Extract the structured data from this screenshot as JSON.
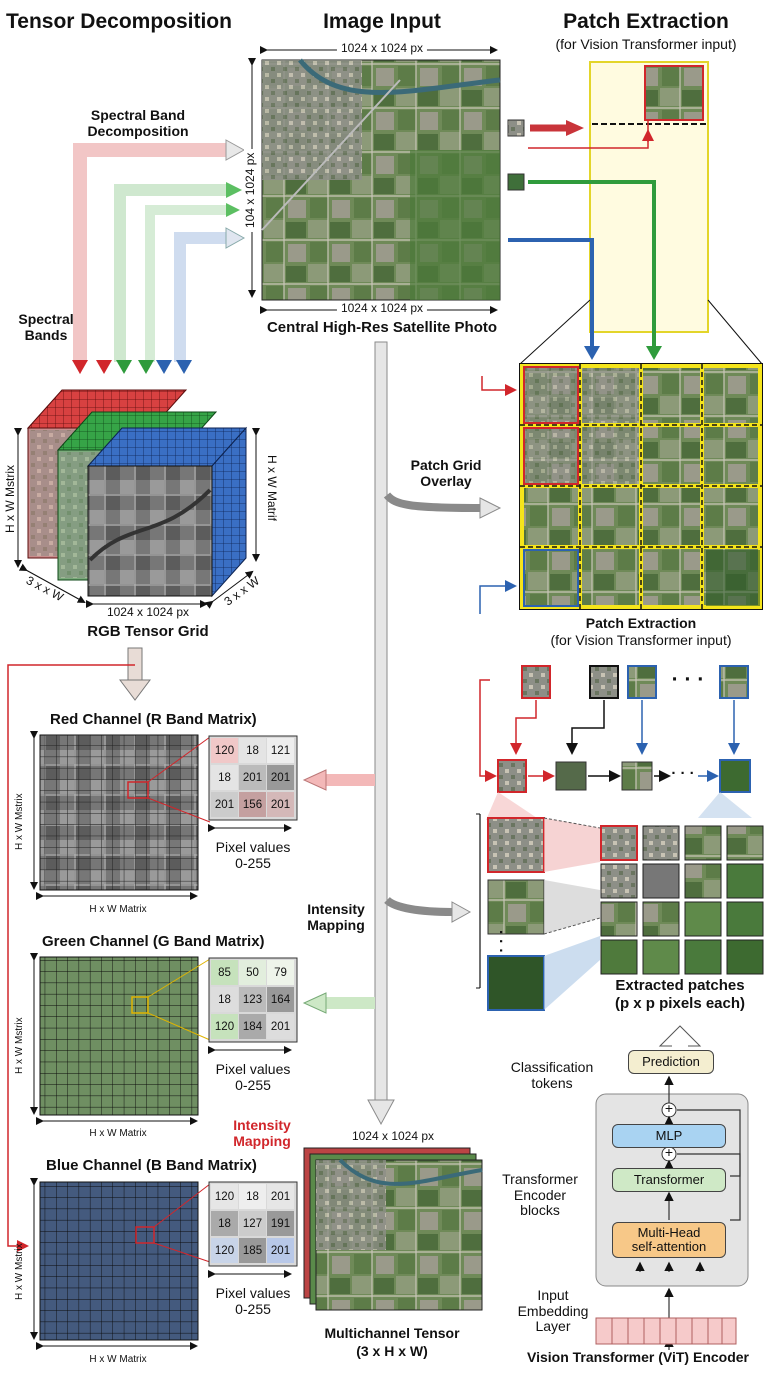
{
  "headers": {
    "tensor_decomposition": "Tensor Decomposition",
    "image_input": "Image Input",
    "patch_extraction": "Patch Extraction",
    "patch_extraction_sub": "(for Vision Transformer input)"
  },
  "image_input": {
    "width_top": "1024 x 1024 px",
    "height_side": "104 x 1024 px",
    "width_bottom": "1024 x 1024 px",
    "caption": "Central High-Res Satellite Photo"
  },
  "decomposition": {
    "spectral_band_decomposition": "Spectral Band\nDecomposition",
    "spectral_bands": "Spectral\nBands",
    "hw_left": "H x W Mstrix",
    "hw_right": "H x W Matrif",
    "bottom_left": "3 x x W",
    "bottom_right": "3 x x W",
    "bottom_mid": "1024 x 1024 px",
    "caption": "RGB Tensor Grid"
  },
  "patch_grid": {
    "overlay_label": "Patch Grid\nOverlay",
    "caption": "Patch Extraction",
    "caption_sub": "(for Vision Transformer input)"
  },
  "channels": {
    "red": {
      "title": "Red Channel (R Band Matrix)",
      "values": [
        "120",
        "18",
        "121",
        "18",
        "201",
        "201",
        "201",
        "156",
        "201"
      ],
      "pixel_label": "Pixel values\n0-255",
      "y_label": "H x W Mstrix",
      "x_label": "H x W Matrix"
    },
    "green": {
      "title": "Green Channel (G Band Matrix)",
      "values": [
        "85",
        "50",
        "79",
        "18",
        "123",
        "164",
        "120",
        "184",
        "201"
      ],
      "pixel_label": "Pixel values\n0-255",
      "y_label": "H x W Mstrix",
      "x_label": "H x W Matrix"
    },
    "blue": {
      "title": "Blue Channel (B Band Matrix)",
      "values": [
        "120",
        "18",
        "201",
        "18",
        "127",
        "191",
        "120",
        "185",
        "201"
      ],
      "pixel_label": "Pixel values\n0-255",
      "y_label": "H x W Mstrix",
      "x_label": "H x W Matrix"
    },
    "intensity_mapping": "Intensity\nMapping",
    "intensity_mapping_red": "Intensity\nMapping"
  },
  "multichannel": {
    "size_label": "1024 x 1024 px",
    "caption": "Multichannel Tensor",
    "caption_sub": "(3 x H x W)"
  },
  "patches": {
    "sequence_dots": "· · ·",
    "extracted_caption": "Extracted patches",
    "extracted_sub": "(p x p pixels each)"
  },
  "vit": {
    "prediction": "Prediction",
    "mlp": "MLP",
    "transformer": "Transformer",
    "mhsa": "Multi-Head\nself-attention",
    "classification_tokens": "Classification\ntokens",
    "encoder_blocks": "Transformer\nEncoder\nblocks",
    "input_embedding": "Input\nEmbedding\nLayer",
    "title": "Vision Transformer (ViT) Encoder",
    "plus": "+"
  },
  "colors": {
    "red": "#d1262b",
    "green": "#2f9b3c",
    "blue": "#2c62b0",
    "yellow": "#f5e51b",
    "gray_arrow": "#dcdcdc"
  }
}
